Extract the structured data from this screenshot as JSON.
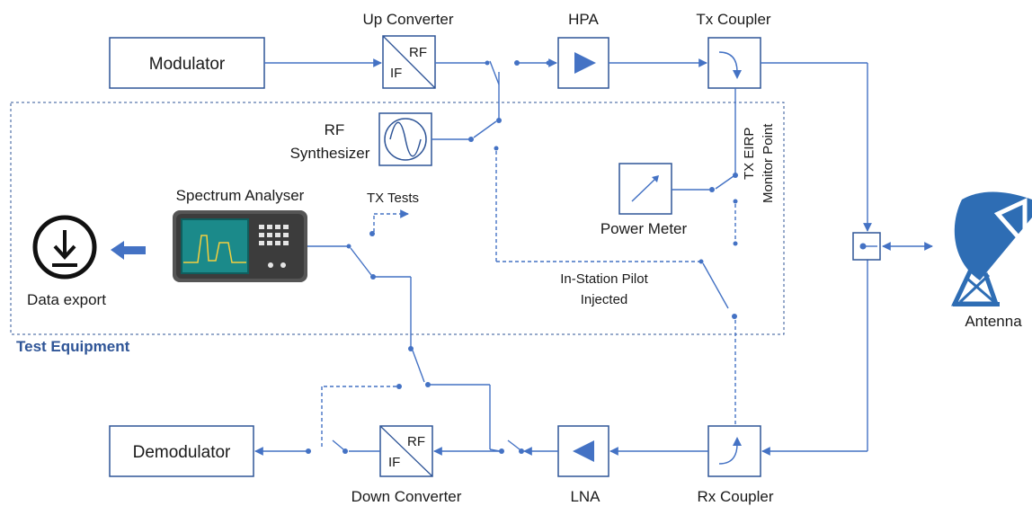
{
  "labels": {
    "up_converter": "Up Converter",
    "hpa": "HPA",
    "tx_coupler": "Tx Coupler",
    "modulator": "Modulator",
    "rf_synthesizer_line1": "RF",
    "rf_synthesizer_line2": "Synthesizer",
    "tx_eirp_line1": "TX EIRP",
    "tx_eirp_line2": "Monitor Point",
    "spectrum_analyser": "Spectrum Analyser",
    "tx_tests": "TX Tests",
    "power_meter": "Power Meter",
    "data_export": "Data export",
    "in_station_pilot_line1": "In-Station Pilot",
    "in_station_pilot_line2": "Injected",
    "test_equipment": "Test Equipment",
    "antenna": "Antenna",
    "demodulator": "Demodulator",
    "down_converter": "Down Converter",
    "lna": "LNA",
    "rx_coupler": "Rx Coupler",
    "rf": "RF",
    "if": "IF"
  },
  "colors": {
    "accent": "#4472c4",
    "box_border": "#2f5597",
    "test_equipment_text": "#2f5597",
    "analyser_screen": "#1b8a8a"
  },
  "icons": [
    "amplifier-icon",
    "sine-wave-icon",
    "power-meter-needle-icon",
    "download-icon",
    "spectrum-analyser-icon",
    "satellite-dish-icon",
    "coupler-arrow-icon",
    "arrow-left-icon"
  ]
}
